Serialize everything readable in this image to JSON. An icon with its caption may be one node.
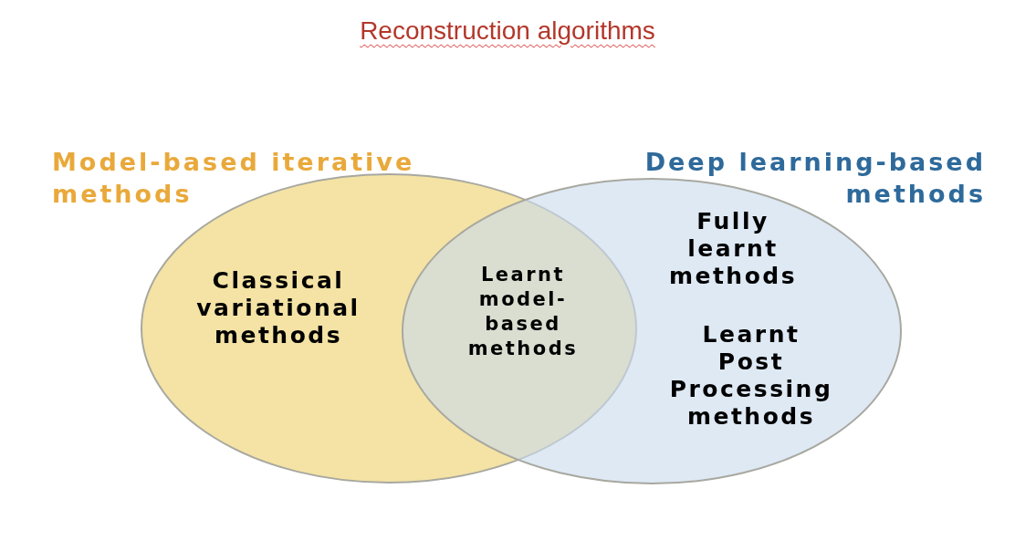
{
  "diagram": {
    "title": "Reconstruction algorithms",
    "nodes": [
      {
        "text": [
          "Model-based iterative methods",
          "Classical variational methods"
        ]
      },
      {
        "text": [
          "Deep learning-based methods",
          "Fully learnt methods",
          "Learnt Post Processing methods"
        ]
      }
    ],
    "labels": [
      "Learnt model-based methods"
    ]
  }
}
